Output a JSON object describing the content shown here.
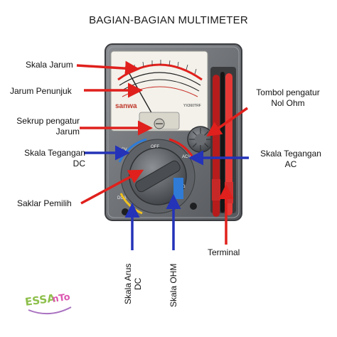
{
  "title": "BAGIAN-BAGIAN MULTIMETER",
  "labels": {
    "skala_jarum": "Skala Jarum",
    "jarum_penunjuk": "Jarum Penunjuk",
    "sekrup_line1": "Sekrup pengatur",
    "sekrup_line2": "Jarum",
    "tegangan_dc_line1": "Skala Tegangan",
    "tegangan_dc_line2": "DC",
    "saklar": "Saklar Pemilih",
    "tombol_line1": "Tombol pengatur",
    "tombol_line2": "Nol Ohm",
    "tegangan_ac_line1": "Skala Tegangan",
    "tegangan_ac_line2": "AC",
    "terminal": "Terminal",
    "arus_line1": "Skala Arus",
    "arus_line2": "DC",
    "ohm": "Skala OHM"
  },
  "device": {
    "brand": "sanwa",
    "model": "YX360TRF",
    "dial_marks": [
      "DCV",
      "ACV",
      "OFF",
      "DCA",
      "Ω"
    ]
  },
  "colors": {
    "red_arrow": "#e0201c",
    "blue_arrow": "#2433b8",
    "body": "#6b6e72",
    "face": "#f3f1ea"
  },
  "watermark": "ESSAnTo"
}
